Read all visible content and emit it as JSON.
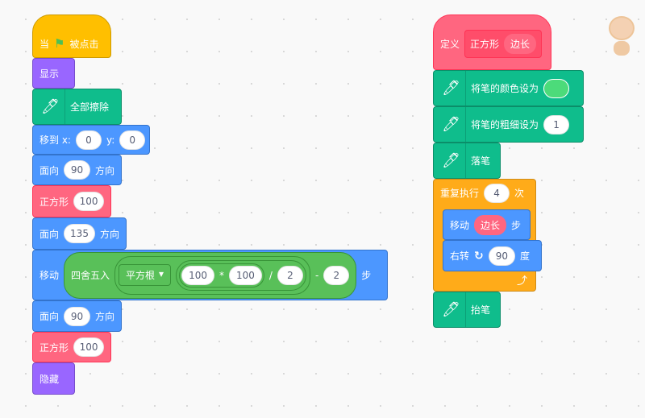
{
  "script1": {
    "when_flag": {
      "pre": "当",
      "post": "被点击",
      "icon": "green-flag-icon"
    },
    "show": "显示",
    "clear": "全部擦除",
    "goto": {
      "label": "移到 x:",
      "x": "0",
      "ylabel": "y:",
      "y": "0"
    },
    "point1": {
      "label": "面向",
      "value": "90",
      "suffix": "方向"
    },
    "square1": {
      "label": "正方形",
      "value": "100"
    },
    "point2": {
      "label": "面向",
      "value": "135",
      "suffix": "方向"
    },
    "move": {
      "label": "移动",
      "round": "四舍五入",
      "func": "平方根",
      "a": "100",
      "mul": "*",
      "b": "100",
      "div": "/",
      "c": "2",
      "minus": "-",
      "d": "2",
      "suffix": "步"
    },
    "point3": {
      "label": "面向",
      "value": "90",
      "suffix": "方向"
    },
    "square2": {
      "label": "正方形",
      "value": "100"
    },
    "hide": "隐藏"
  },
  "script2": {
    "define": {
      "label": "定义",
      "name": "正方形",
      "param": "边长"
    },
    "pen_color": {
      "label": "将笔的颜色设为",
      "color": "#4cdb7a"
    },
    "pen_size": {
      "label": "将笔的粗细设为",
      "value": "1"
    },
    "pen_down": "落笔",
    "repeat": {
      "label": "重复执行",
      "value": "4",
      "suffix": "次"
    },
    "move": {
      "label": "移动",
      "param": "边长",
      "suffix": "步"
    },
    "turn": {
      "label": "右转",
      "value": "90",
      "suffix": "度"
    },
    "pen_up": "抬笔"
  }
}
